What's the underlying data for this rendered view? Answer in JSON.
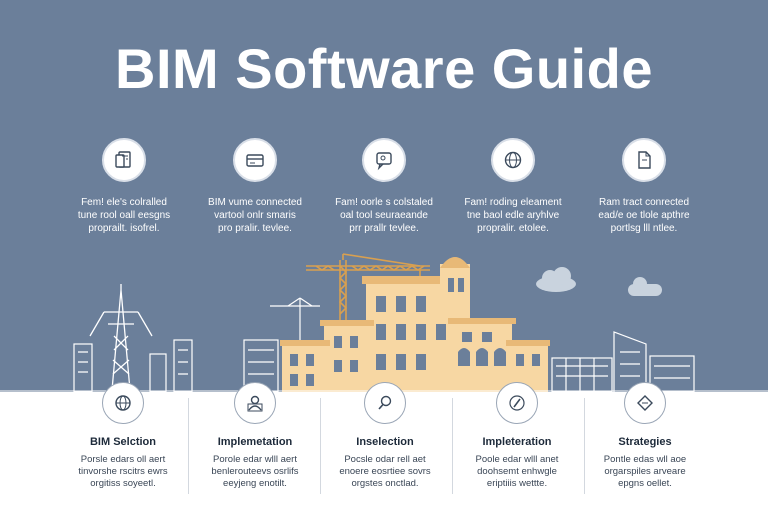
{
  "title": "BIM Software Guide",
  "features": [
    {
      "icon": "document-icon",
      "text": "Fem! ele's colralled\ntune rool oall eesgns\nproprailt. isofrel."
    },
    {
      "icon": "card-icon",
      "text": "BIM vume connected\nvartool onlr smaris\npro pralir. tevlee."
    },
    {
      "icon": "chat-icon",
      "text": "Fam! oorle s colstaled\noal tool seuraeande\nprr prallr tevlee."
    },
    {
      "icon": "globe-icon",
      "text": "Fam! roding eleament\ntne baol edle aryhlve\npropralir. etolee."
    },
    {
      "icon": "file-icon",
      "text": "Ram tract conrected\nead/e oe tlole apthre\nportlsg lll ntlee."
    }
  ],
  "cards": [
    {
      "icon": "globe-icon",
      "title": "BIM Selction",
      "text": "Porsle edars oll aert\ntinvorshe rscitrs ewrs\norgitiss soyeetl."
    },
    {
      "icon": "user-icon",
      "title": "Implemetation",
      "text": "Porole edar wlll aert\nbenlerouteevs osrlifs\neeyjeng enotilt."
    },
    {
      "icon": "search-icon",
      "title": "Inselection",
      "text": "Pocsle odar rell aet\nenoere eosrtiee sovrs\norgstes onctlad."
    },
    {
      "icon": "pen-icon",
      "title": "Impleteration",
      "text": "Poole edar wlll anet\ndoohsemt enhwgle\neriptiiis wettte."
    },
    {
      "icon": "diamond-icon",
      "title": "Strategies",
      "text": "Pontle edas wll aoe\norgarspiles arveare\nepgns oellet."
    }
  ],
  "colors": {
    "top_bg": "#6b7f9a",
    "building": "#f7d7a3",
    "building_shadow": "#e8b977",
    "crane": "#d9a050",
    "line_art": "#ffffff"
  }
}
